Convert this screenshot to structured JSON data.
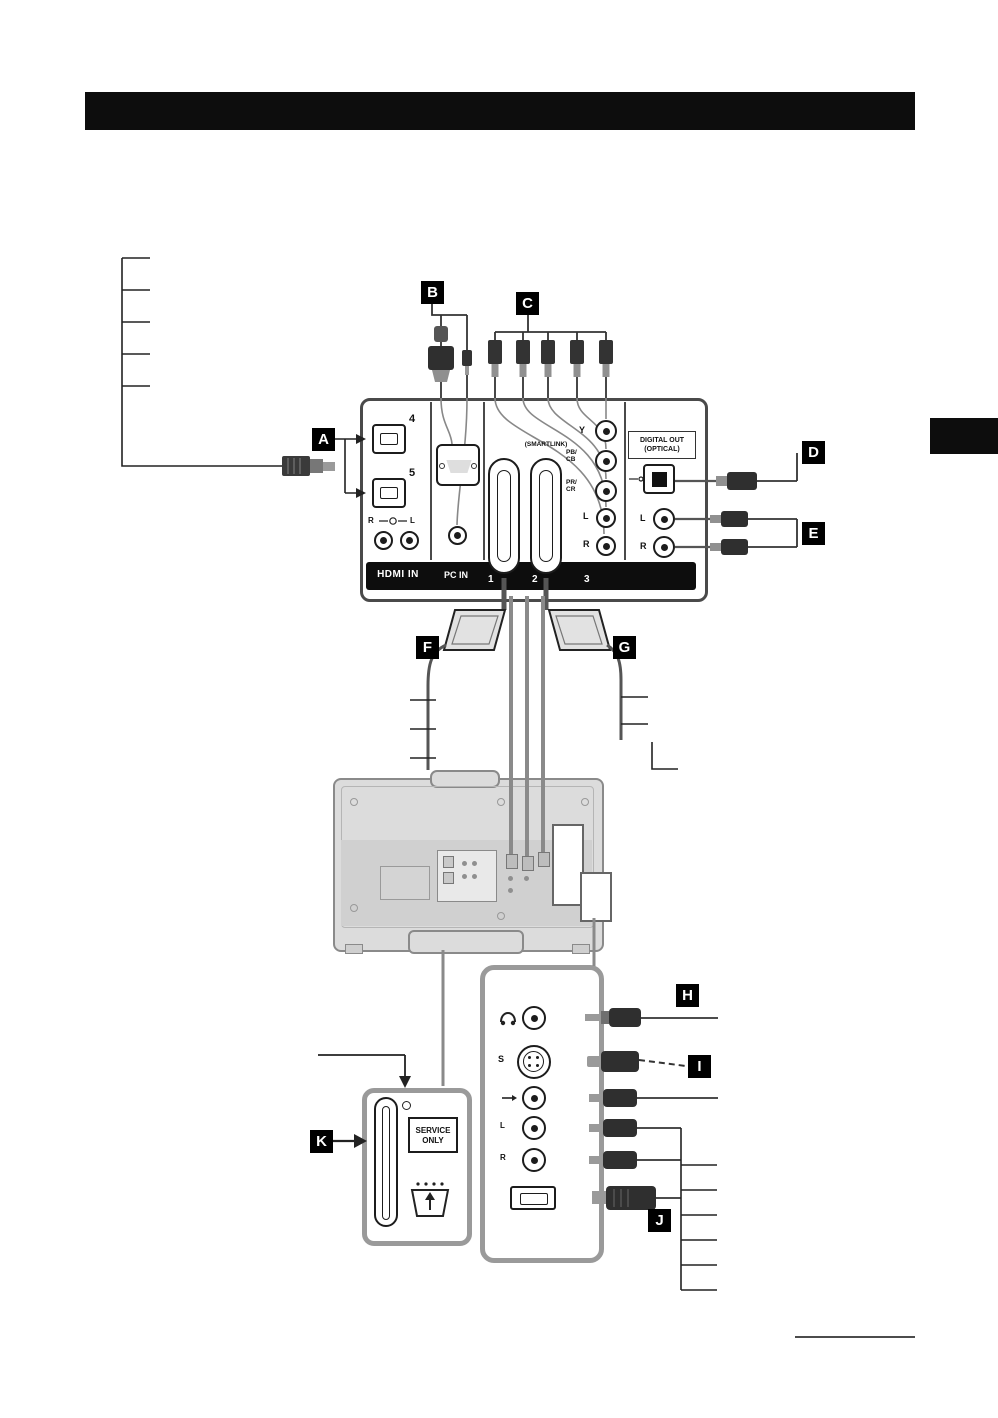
{
  "callout_labels": {
    "a": "A",
    "b": "B",
    "c": "C",
    "d": "D",
    "e": "E",
    "f": "F",
    "g": "G",
    "h": "H",
    "i": "I",
    "j": "J",
    "k": "K"
  },
  "rear_panel": {
    "port4": "4",
    "port5": "5",
    "audio_r": "R",
    "audio_l": "L",
    "smartlink": "(SMARTLINK)",
    "comp_y": "Y",
    "comp_pb1": "PB/",
    "comp_pb2": "CB",
    "comp_pr1": "PR/",
    "comp_pr2": "CR",
    "comp_l": "L",
    "comp_r": "R",
    "digital_line1": "DIGITAL OUT",
    "digital_line2": "(OPTICAL)",
    "digital_l": "L",
    "digital_r": "R",
    "strip_hdmi": "HDMI IN",
    "strip_pc": "PC IN",
    "strip_1": "1",
    "strip_2": "2",
    "strip_3": "3"
  },
  "side_panel": {
    "s_video": "S",
    "audio_l": "L",
    "audio_r": "R"
  },
  "service_slot": {
    "line1": "SERVICE",
    "line2": "ONLY"
  }
}
